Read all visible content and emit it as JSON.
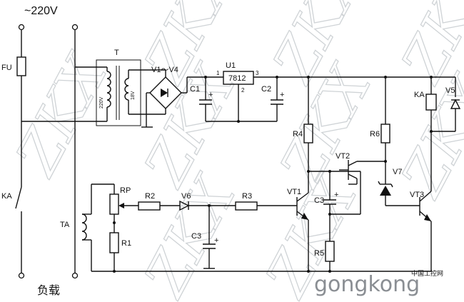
{
  "title": {
    "supply": "~220V",
    "load": "负载"
  },
  "labels": {
    "fu": "FU",
    "ka_contact": "KA",
    "t": "T",
    "t_primary": "220V",
    "t_secondary": "18V",
    "ta": "TA",
    "bridge": "V1～V4",
    "u1": "U1",
    "regulator": "7812",
    "pin1": "1",
    "pin2": "2",
    "pin3": "3",
    "c1": "C1",
    "c2": "C2",
    "c3a": "C3",
    "c3b": "C3",
    "plus_c1": "+",
    "plus_c2": "+",
    "plus_c3a": "+",
    "plus_c3b": "+",
    "ka_coil": "KA",
    "v5": "V5",
    "r4": "R4",
    "r6": "R6",
    "vt2": "VT2",
    "v7": "V7",
    "rp": "RP",
    "r2": "R2",
    "v6": "V6",
    "r3": "R3",
    "vt1": "VT1",
    "vt3": "VT3",
    "r1": "R1",
    "r5": "R5"
  },
  "watermark": {
    "text": "ZKX"
  },
  "logo": {
    "text": "gongkong",
    "chinese": "中国工控网"
  },
  "colors": {
    "ink": "#111111",
    "watermark": "#cfd3d6",
    "logo_gray": "#8a8e93",
    "logo_orange": "#e8731a"
  }
}
